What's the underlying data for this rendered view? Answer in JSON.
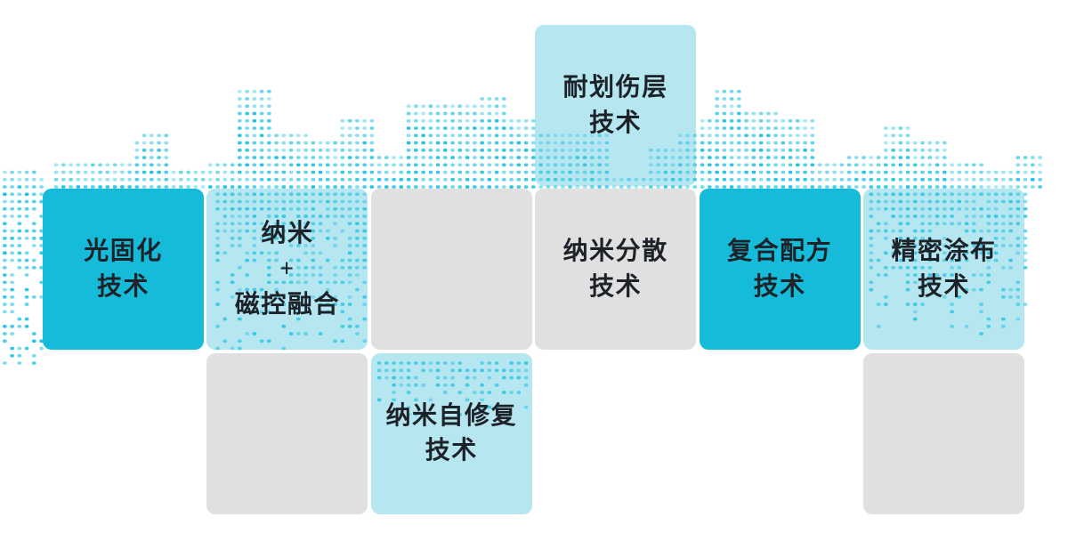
{
  "palette": {
    "background": "#ffffff",
    "tile_bright": "#15bbd8",
    "tile_light": "#b6e7f1",
    "tile_gray": "#e0e0e0",
    "dot": "#1fc2e4",
    "label_text": "#1c2228"
  },
  "tiles": [
    {
      "id": "scratch-resistant-layer",
      "label": "耐划伤层\n技术",
      "variant": "light",
      "col": 3,
      "row": 0
    },
    {
      "id": "uv-curing",
      "label": "光固化\n技术",
      "variant": "bright",
      "col": 0,
      "row": 1
    },
    {
      "id": "nano-magnetron-fusion",
      "label": "纳米\n+\n磁控融合",
      "variant": "light",
      "col": 1,
      "row": 1
    },
    {
      "id": "empty-middle",
      "label": "",
      "variant": "gray",
      "col": 2,
      "row": 1
    },
    {
      "id": "nano-dispersion",
      "label": "纳米分散\n技术",
      "variant": "gray",
      "col": 3,
      "row": 1
    },
    {
      "id": "composite-formula",
      "label": "复合配方\n技术",
      "variant": "bright",
      "col": 4,
      "row": 1
    },
    {
      "id": "precision-coating",
      "label": "精密涂布\n技术",
      "variant": "light",
      "col": 5,
      "row": 1
    },
    {
      "id": "empty-bottom-left",
      "label": "",
      "variant": "gray",
      "col": 1,
      "row": 2
    },
    {
      "id": "nano-self-healing",
      "label": "纳米自修复\n技术",
      "variant": "light",
      "col": 2,
      "row": 2
    },
    {
      "id": "empty-bottom-right",
      "label": "",
      "variant": "gray",
      "col": 5,
      "row": 2
    }
  ]
}
